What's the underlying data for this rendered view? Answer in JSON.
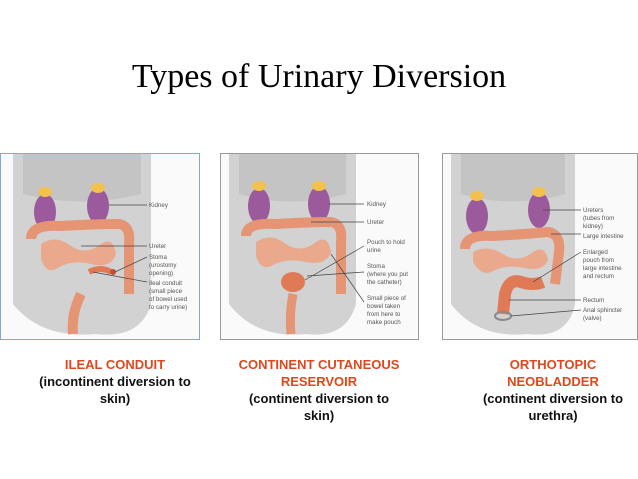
{
  "title": "Types of Urinary Diversion",
  "panels": [
    {
      "labels": [
        "Kidney",
        "Ureter",
        "Stoma",
        "(urostomy",
        "opening)",
        "Ileal conduit",
        "(small piece",
        "of bowel used",
        "to carry urine)"
      ],
      "caption_name": "ILEAL CONDUIT",
      "caption_desc": "(incontinent diversion to skin)"
    },
    {
      "labels": [
        "Kidney",
        "Ureter",
        "Pouch to hold",
        "urine",
        "Stoma",
        "(where you put",
        "the catheter)",
        "Small piece of",
        "bowel taken",
        "from here to",
        "make pouch"
      ],
      "caption_name": "CONTINENT CUTANEOUS RESERVOIR",
      "caption_desc": "(continent diversion to skin)"
    },
    {
      "labels": [
        "Ureters",
        "(tubes from",
        "kidney)",
        "Large intestine",
        "Enlarged",
        "pouch from",
        "large intestine",
        "and rectum",
        "Rectum",
        "Anal sphincter",
        "(valve)"
      ],
      "caption_name": "ORTHOTOPIC NEOBLADDER",
      "caption_desc": "(continent diversion to urethra)"
    }
  ],
  "colors": {
    "caption_name": "#e0471d",
    "kidney": "#9b5a9b",
    "adrenal": "#f2c14e",
    "bowel": "#e59474",
    "torso": "#c8c8c8"
  }
}
